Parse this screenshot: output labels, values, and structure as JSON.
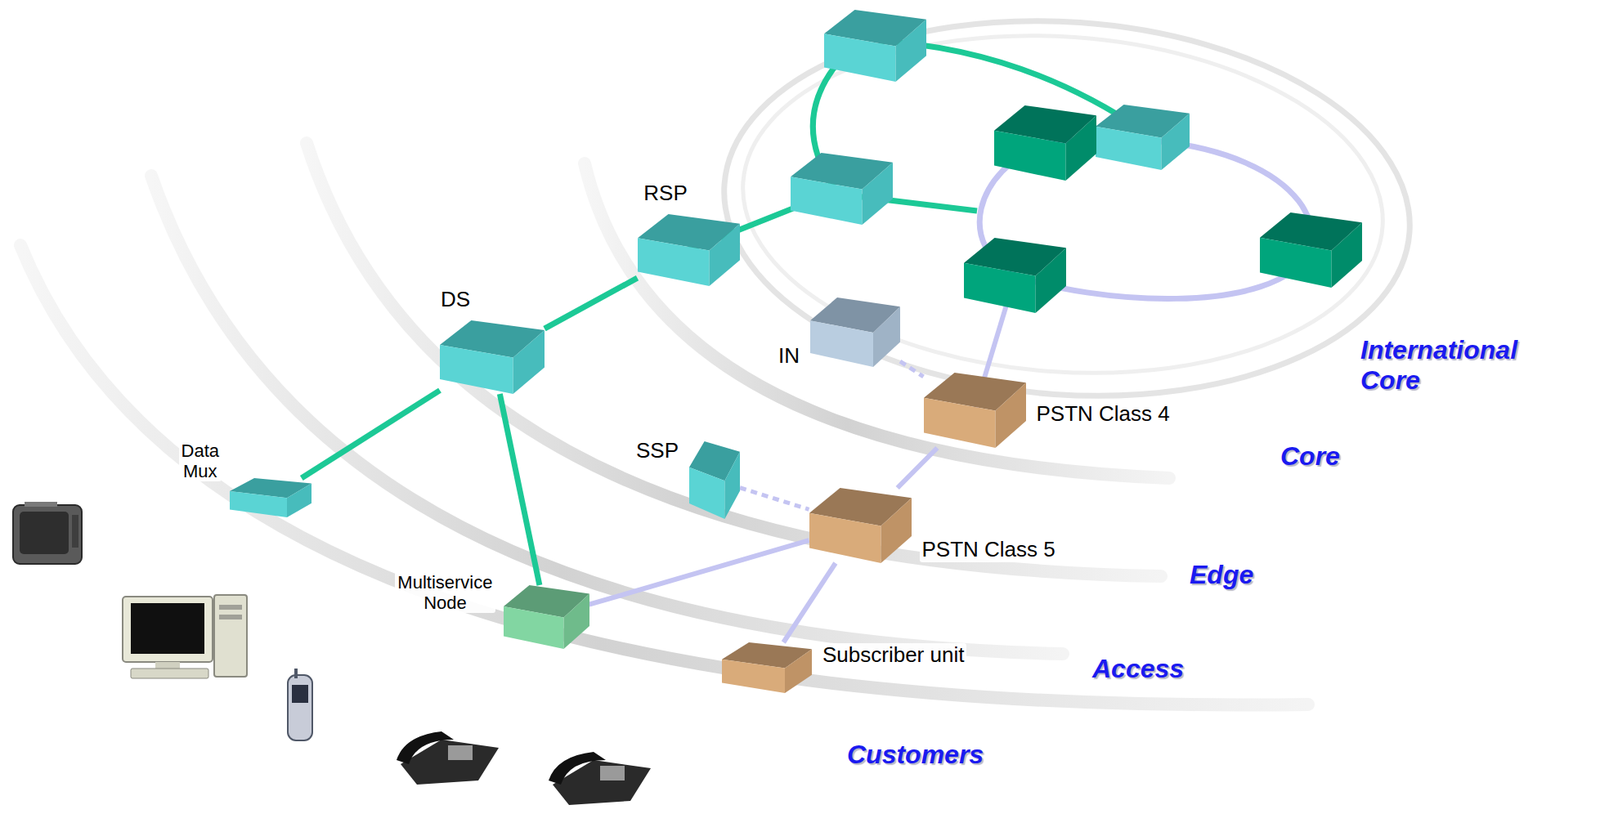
{
  "diagram": {
    "nodes": [
      {
        "text": [
          "RSP"
        ]
      },
      {
        "text": [
          "DS"
        ]
      },
      {
        "text": [
          "IN"
        ]
      },
      {
        "text": [
          "Data Mux"
        ]
      },
      {
        "text": [
          "SSP"
        ]
      },
      {
        "text": [
          "PSTN Class 4"
        ]
      },
      {
        "text": [
          "PSTN Class 5"
        ]
      },
      {
        "text": [
          "Multiservice Node"
        ]
      },
      {
        "text": [
          "Subscriber unit"
        ]
      }
    ],
    "edges": [
      {
        "from": 3,
        "to": 1,
        "arrow": "none"
      },
      {
        "from": 1,
        "to": 0,
        "arrow": "none"
      },
      {
        "from": 1,
        "to": 7,
        "arrow": "none"
      },
      {
        "from": 2,
        "to": 5,
        "arrow": "none"
      },
      {
        "from": 4,
        "to": 6,
        "arrow": "none"
      },
      {
        "from": 7,
        "to": 6,
        "arrow": "none"
      },
      {
        "from": 6,
        "to": 5,
        "arrow": "none"
      },
      {
        "from": 6,
        "to": 8,
        "arrow": "none"
      }
    ],
    "labels": [
      "International Core",
      "Core",
      "Edge",
      "Access",
      "Customers"
    ]
  }
}
